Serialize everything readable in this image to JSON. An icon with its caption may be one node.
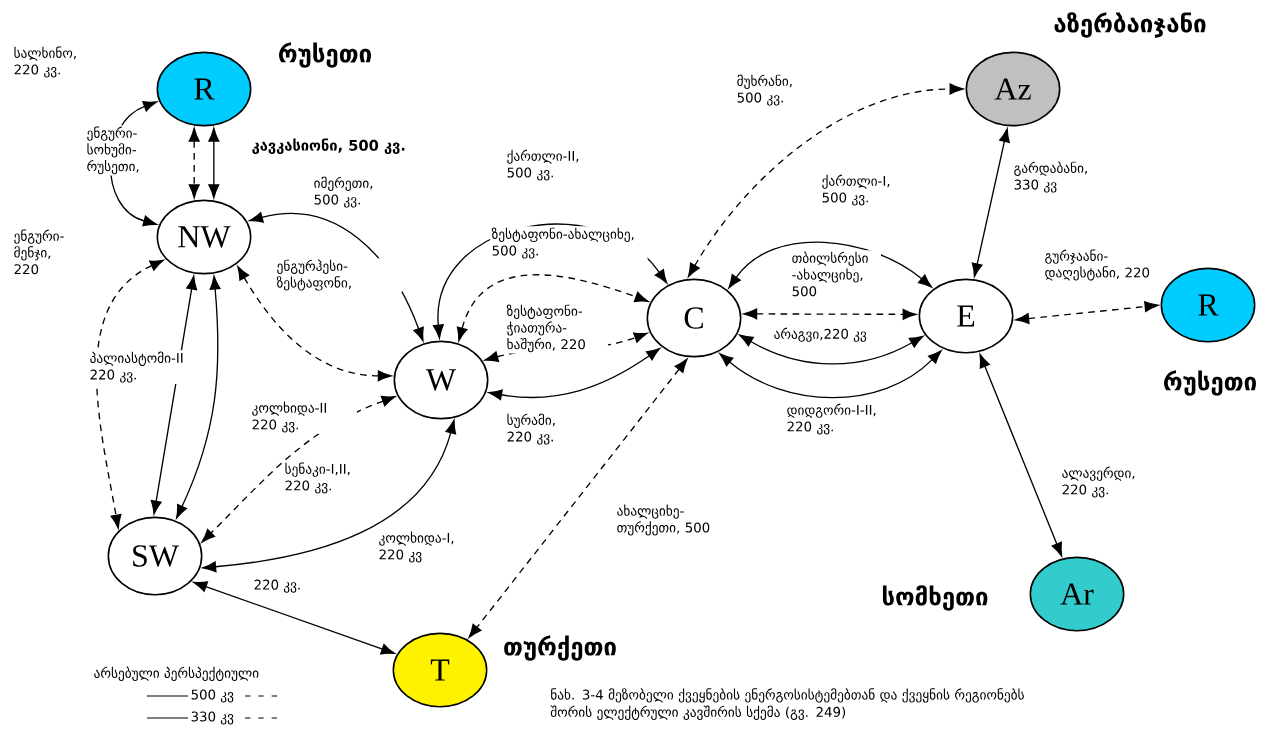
{
  "diagram": {
    "caption": "ნახ. 3-4 მეზობელი ქვეყნების ენერგოსისტემებთან და ქვეყნის რეგიონებს შორის ელექტრული კავშირის სქემა (გვ. 249)",
    "nodes": [
      {
        "text": [
          "R"
        ],
        "beside": [
          "რუსეთი"
        ]
      },
      {
        "text": [
          "NW"
        ]
      },
      {
        "text": [
          "W"
        ]
      },
      {
        "text": [
          "SW"
        ]
      },
      {
        "text": [
          "C"
        ]
      },
      {
        "text": [
          "E"
        ]
      },
      {
        "text": [
          "Az"
        ],
        "beside": [
          "აზერბაიჯანი"
        ]
      },
      {
        "text": [
          "R"
        ],
        "beside": [
          "რუსეთი"
        ]
      },
      {
        "text": [
          "Ar"
        ],
        "beside": [
          "სომხეთი"
        ]
      },
      {
        "text": [
          "T"
        ],
        "beside": [
          "თურქეთი"
        ]
      }
    ],
    "edges": [
      {
        "from": 0,
        "to": 1,
        "arrow": "both",
        "style": "dashed"
      },
      {
        "from": 0,
        "to": 1,
        "arrow": "both",
        "label": "კავკასიონი, 500 კვ."
      },
      {
        "from": 0,
        "to": 1,
        "arrow": "both",
        "label": "ენგური-სოხუმი-რუსეთი,"
      },
      {
        "from": 1,
        "to": 2,
        "arrow": "both",
        "label": "იმერეთი, 500 კვ."
      },
      {
        "from": 1,
        "to": 2,
        "arrow": "both",
        "style": "dashed",
        "label": "ენგურჰესი-ზესტაფონი,"
      },
      {
        "from": 1,
        "to": 3,
        "arrow": "both",
        "style": "dashed",
        "label": "ენგური-მენჯი, 220"
      },
      {
        "from": 1,
        "to": 3,
        "arrow": "both",
        "label": "პალიასტომი-II 220 კვ."
      },
      {
        "from": 1,
        "to": 3,
        "arrow": "both"
      },
      {
        "from": 2,
        "to": 3,
        "arrow": "both",
        "style": "dashed",
        "label": "კოლხიდა-II 220 კვ."
      },
      {
        "from": 2,
        "to": 3,
        "arrow": "both",
        "label": "კოლხიდა-I, 220 კვ"
      },
      {
        "from": 2,
        "to": 4,
        "arrow": "both",
        "label": "ქართლი-II, 500 კვ."
      },
      {
        "from": 2,
        "to": 4,
        "arrow": "both",
        "style": "dashed",
        "label": "ზესტაფონი-ახალციხე, 500 კვ."
      },
      {
        "from": 2,
        "to": 4,
        "arrow": "both",
        "style": "dashed",
        "label": "ზესტაფონი-ჭიათურა-ხაშური, 220"
      },
      {
        "from": 2,
        "to": 4,
        "arrow": "both",
        "label": "სურამი, 220 კვ."
      },
      {
        "from": 4,
        "to": 6,
        "arrow": "both",
        "style": "dashed",
        "label": "მუხრანი, 500 კვ."
      },
      {
        "from": 4,
        "to": 5,
        "arrow": "both",
        "label": "ქართლი-I, 500 კვ."
      },
      {
        "from": 4,
        "to": 5,
        "arrow": "both",
        "style": "dashed",
        "label": "თბილსრესი -ახალციხე, 500"
      },
      {
        "from": 4,
        "to": 5,
        "arrow": "both",
        "label": "არაგვი,220 კვ"
      },
      {
        "from": 4,
        "to": 5,
        "arrow": "both",
        "label": "დიდგორი-I-II, 220 კვ."
      },
      {
        "from": 5,
        "to": 6,
        "arrow": "both",
        "label": "გარდაბანი, 330 კვ"
      },
      {
        "from": 5,
        "to": 7,
        "arrow": "both",
        "style": "dashed",
        "label": "გურჯაანი-დაღესტანი, 220"
      },
      {
        "from": 5,
        "to": 8,
        "arrow": "both",
        "label": "ალავერდი, 220 კვ."
      },
      {
        "from": 4,
        "to": 9,
        "arrow": "both",
        "style": "dashed",
        "label": "ახალციხე-თურქეთი, 500"
      },
      {
        "from": 3,
        "to": 9,
        "arrow": "both",
        "label": "220 კვ."
      }
    ],
    "labels": [
      "სალხინო, 220 კვ.",
      "სენაკი-I,II, 220 კვ.",
      "არსებული პერსპექტიული"
    ],
    "legend": [
      {
        "text": "500 კვ"
      },
      {
        "text": "330 კვ"
      }
    ]
  }
}
